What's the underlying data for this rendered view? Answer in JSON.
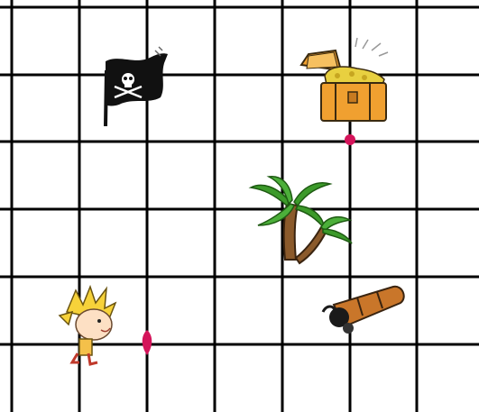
{
  "grid": {
    "columns": 7,
    "rows": 6,
    "line_color": "#000000",
    "background": "#ffffff"
  },
  "items": [
    {
      "name": "pirate-flag",
      "icon": "pirate-flag-icon",
      "cell": [
        1,
        1
      ]
    },
    {
      "name": "treasure-chest",
      "icon": "treasure-chest-icon",
      "cell": [
        4,
        1
      ]
    },
    {
      "name": "palm-tree",
      "icon": "palm-tree-icon",
      "cell": [
        3,
        3
      ]
    },
    {
      "name": "cannon",
      "icon": "cannon-icon",
      "cell": [
        4,
        4
      ]
    },
    {
      "name": "boy-character",
      "icon": "boy-character-icon",
      "cell": [
        0,
        5
      ]
    }
  ],
  "markers": [
    {
      "name": "pink-dot-marker",
      "color": "#d4145a",
      "intersection": [
        5,
        2
      ]
    },
    {
      "name": "pink-pin-marker",
      "color": "#d4145a",
      "intersection": [
        2,
        5
      ]
    }
  ],
  "colors": {
    "marker_pink": "#d4145a",
    "chest_orange": "#f0a030",
    "palm_green": "#3c9a2a",
    "trunk_brown": "#8b5a2b",
    "flag_black": "#111111",
    "boy_hair_yellow": "#f6d23a"
  }
}
